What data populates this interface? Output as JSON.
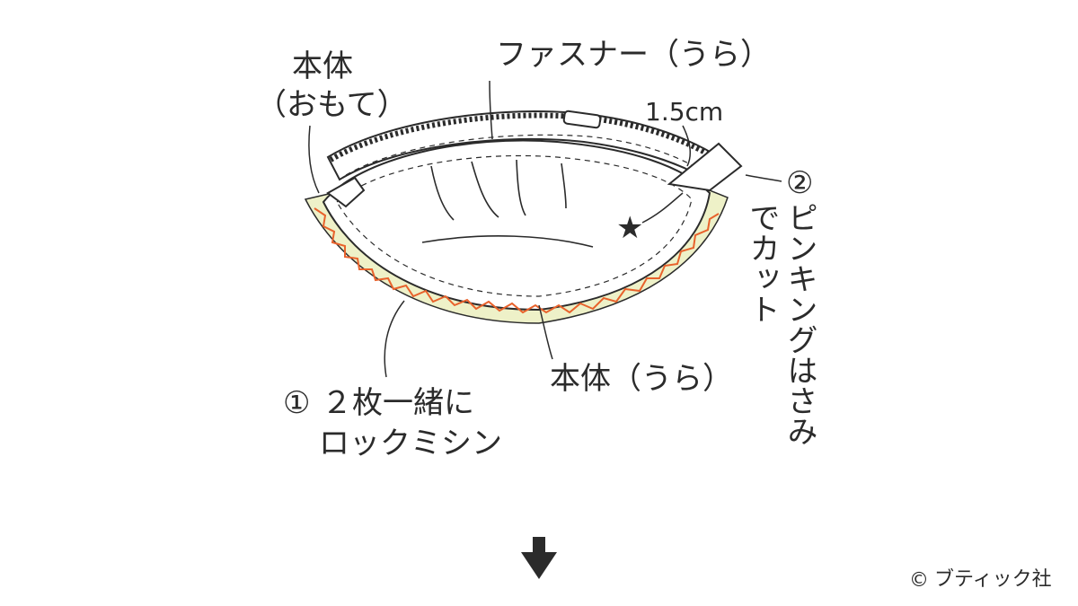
{
  "labels": {
    "hontai_omote_line1": "本体",
    "hontai_omote_line2": "（おもて）",
    "fastener_ura": "ファスナー（うら）",
    "measurement": "1.5cm",
    "step2_number": "②",
    "step2_text_col1": "ピンキングはさみ",
    "step2_text_col2": "でカット",
    "hontai_ura": "本体（うら）",
    "step1_number": "①",
    "step1_line1": "２枚一緒に",
    "step1_line2": "ロックミシン",
    "star_mark": "★",
    "copyright_symbol": "©",
    "copyright_text": "ブティック社"
  },
  "colors": {
    "line": "#2b2b2b",
    "overlock_stitch": "#e8622c",
    "seam_allowance_fill": "#eef1c8",
    "background": "#ffffff"
  },
  "icons": {
    "next_step_arrow": "arrow-down-icon"
  }
}
